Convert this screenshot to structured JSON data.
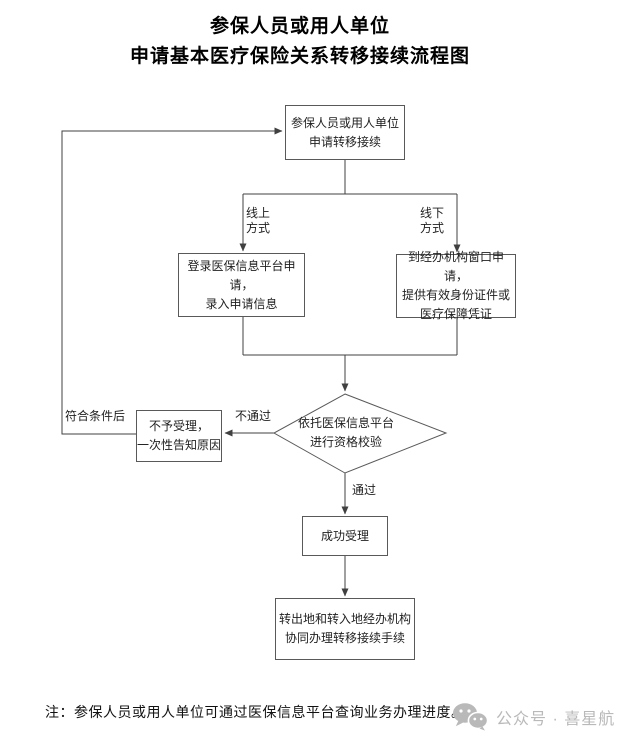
{
  "colors": {
    "line": "#404040",
    "box_border": "#595959",
    "text": "#1f1f1f",
    "watermark": "#b9b9b9",
    "background": "#ffffff"
  },
  "title": {
    "line1": "参保人员或用人单位",
    "line2": "申请基本医疗保险关系转移接续流程图"
  },
  "flowchart": {
    "start_box": "参保人员或用人单位\n申请转移接续",
    "online_branch_label": "线上\n方式",
    "offline_branch_label": "线下\n方式",
    "online_box": "登录医保信息平台申请，\n录入申请信息",
    "offline_box": "到经办机构窗口申请，\n提供有效身份证件或\n医疗保障凭证",
    "decision_diamond": "依托医保信息平台\n进行资格校验",
    "fail_label": "不通过",
    "pass_label": "通过",
    "condition_label": "符合条件后",
    "reject_box": "不予受理，\n一次性告知原因",
    "success_box": "成功受理",
    "final_box": "转出地和转入地经办机构\n协同办理转移接续手续"
  },
  "footer": {
    "note": "注：参保人员或用人单位可通过医保信息平台查询业务办理进度。"
  },
  "watermark": {
    "icon": "wechat-official-account-icon",
    "text": "公众号 · 喜星航"
  }
}
